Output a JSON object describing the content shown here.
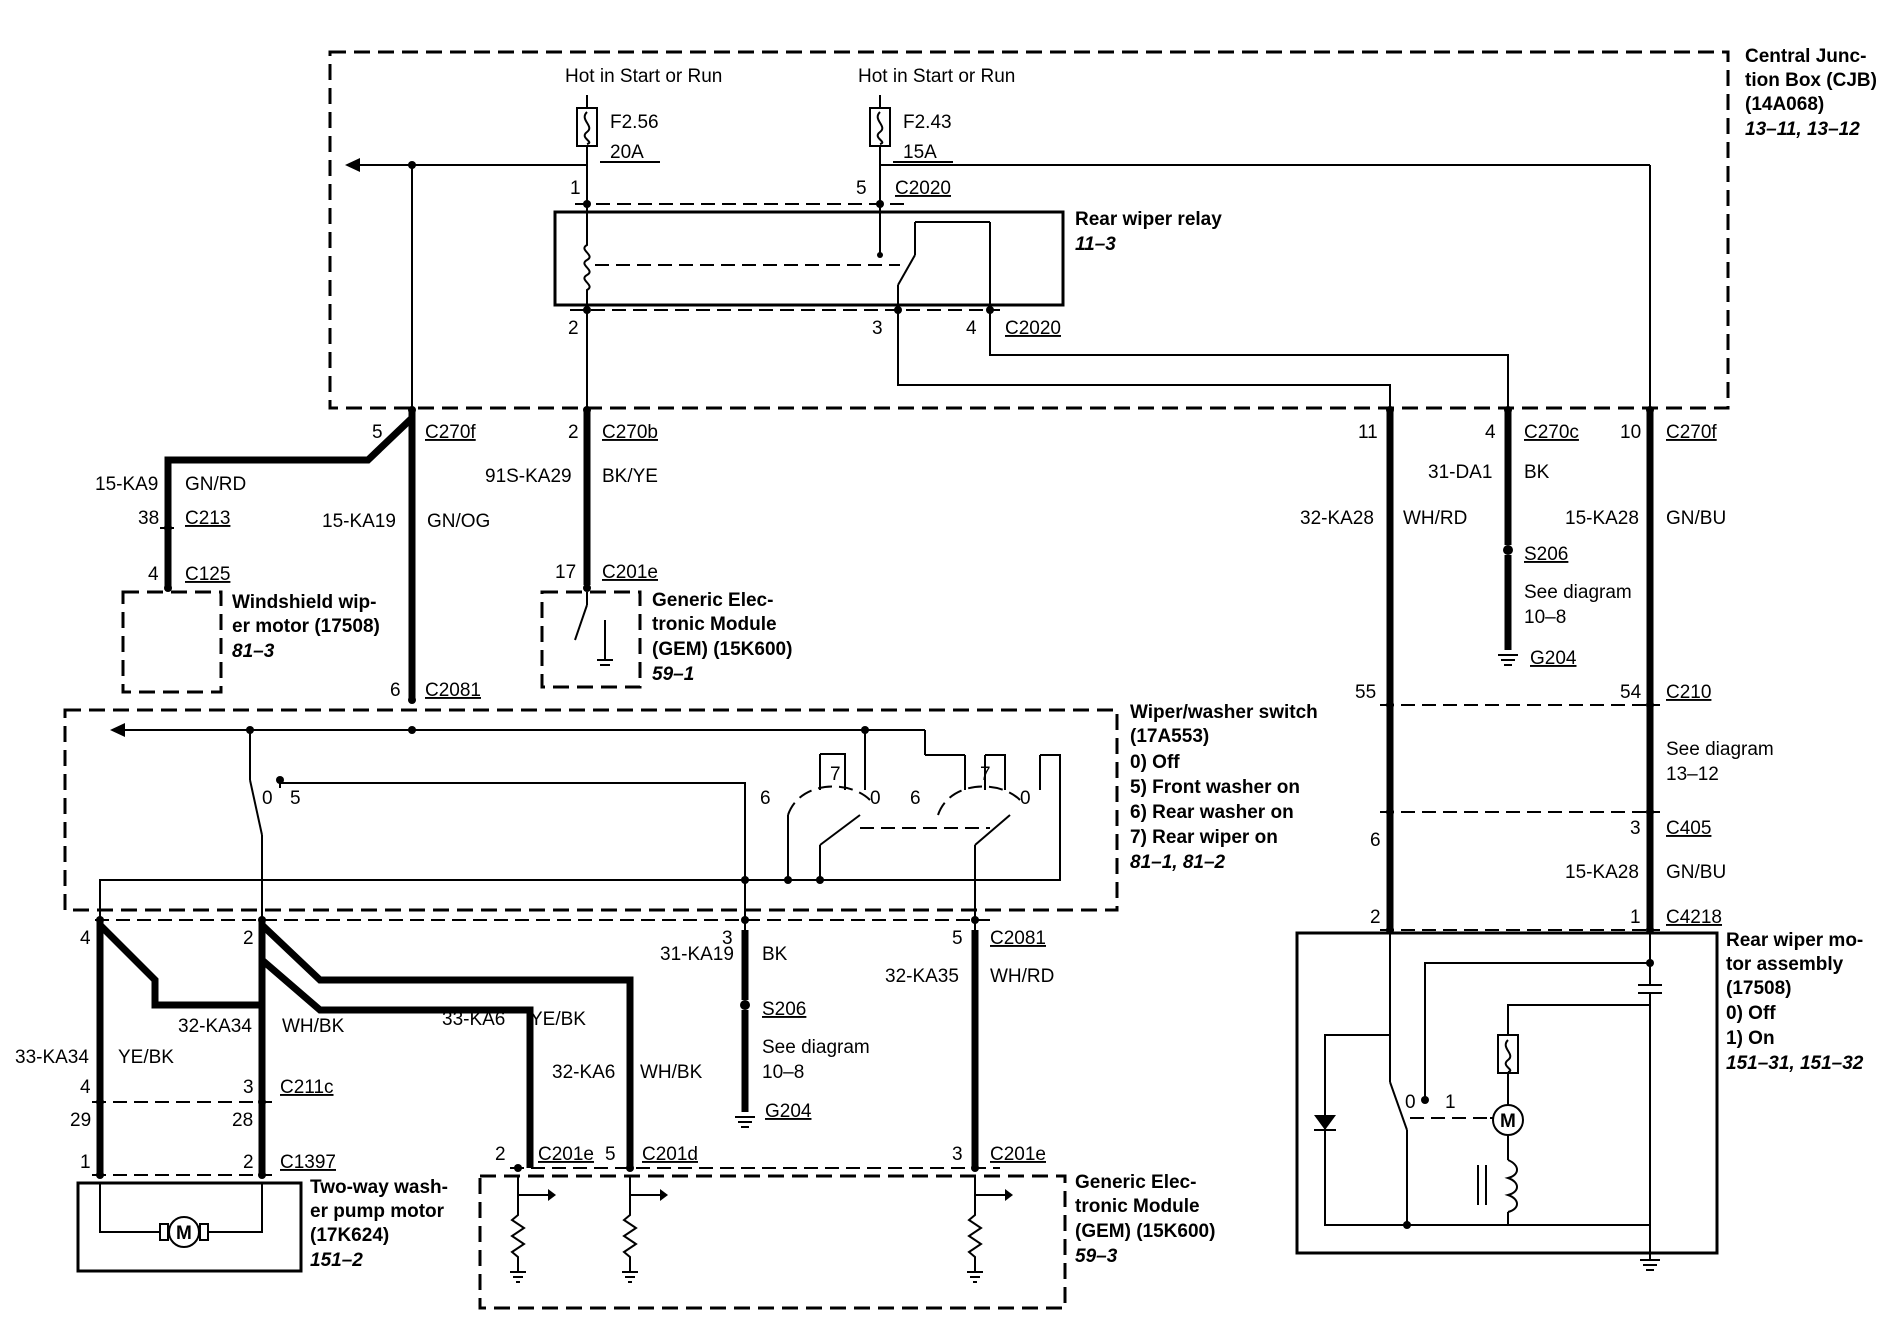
{
  "cjb": {
    "l1": "Central Junc-",
    "l2": "tion Box (CJB)",
    "l3": "(14A068)",
    "l4": "13–11, 13–12"
  },
  "hot_left": "Hot in Start or Run",
  "hot_right": "Hot in Start or Run",
  "fuse1": {
    "name": "F2.56",
    "rating": "20A"
  },
  "fuse2": {
    "name": "F2.43",
    "rating": "15A"
  },
  "relay": {
    "title": "Rear wiper relay",
    "ref": "11–3",
    "conn": "C2020",
    "pin1": "1",
    "pin5": "5",
    "pin2": "2",
    "pin3": "3",
    "pin4": "4"
  },
  "c270f_left": {
    "pin": "5",
    "conn": "C270f"
  },
  "c270b": {
    "pin": "2",
    "conn": "C270b"
  },
  "c270_11": "11",
  "c270c": {
    "pin": "4",
    "conn": "C270c"
  },
  "c270f_right": {
    "pin": "10",
    "conn": "C270f"
  },
  "w_ka9": {
    "circuit": "15-KA9",
    "color": "GN/RD"
  },
  "w_ka19": {
    "circuit": "15-KA19",
    "color": "GN/OG"
  },
  "w_ka29": {
    "circuit": "91S-KA29",
    "color": "BK/YE"
  },
  "w_da1": {
    "circuit": "31-DA1",
    "color": "BK"
  },
  "w_ka28a": {
    "circuit": "32-KA28",
    "color": "WH/RD"
  },
  "w_ka28b": {
    "circuit": "15-KA28",
    "color": "GN/BU"
  },
  "c213": {
    "pin": "38",
    "conn": "C213"
  },
  "c125": {
    "pin": "4",
    "conn": "C125"
  },
  "ws_motor": {
    "l1": "Windshield wip-",
    "l2": "er motor (17508)",
    "ref": "81–3"
  },
  "c201e_top": {
    "pin": "17",
    "conn": "C201e"
  },
  "gem1": {
    "l1": "Generic Elec-",
    "l2": "tronic Module",
    "l3": "(GEM) (15K600)",
    "ref": "59–1"
  },
  "s206_right": {
    "splice": "S206",
    "see": "See diagram",
    "ref": "10–8",
    "ground": "G204"
  },
  "c2081_top": {
    "pin": "6",
    "conn": "C2081"
  },
  "c210": {
    "pin_left": "55",
    "pin_right": "54",
    "conn": "C210"
  },
  "see_13_12": {
    "see": "See diagram",
    "ref": "13–12"
  },
  "c405": {
    "pin_left": "6",
    "pin_right": "3",
    "conn": "C405"
  },
  "w_ka28c": {
    "circuit": "15-KA28",
    "color": "GN/BU"
  },
  "c4218": {
    "pin_left": "2",
    "pin_right": "1",
    "conn": "C4218"
  },
  "switch": {
    "title": "Wiper/washer switch",
    "part": "(17A553)",
    "s0": "0)   Off",
    "s5": "5)   Front washer on",
    "s6": "6)   Rear washer on",
    "s7": "7)   Rear wiper on",
    "ref": "81–1, 81–2"
  },
  "sw_labels": {
    "a0": "0",
    "a5": "5",
    "b6": "6",
    "b7": "7",
    "b0": "0",
    "c6": "6",
    "c7": "7",
    "c0": "0"
  },
  "sw_pins": {
    "p4": "4",
    "p2": "2",
    "p3": "3",
    "p5": "5",
    "conn": "C2081"
  },
  "w_ka19b": {
    "circuit": "31-KA19",
    "color": "BK"
  },
  "w_ka35": {
    "circuit": "32-KA35",
    "color": "WH/RD"
  },
  "w_ka34a": {
    "circuit": "32-KA34",
    "color": "WH/BK"
  },
  "w_ka34b": {
    "circuit": "33-KA34",
    "color": "YE/BK"
  },
  "w_ka6a": {
    "circuit": "33-KA6",
    "color": "YE/BK"
  },
  "w_ka6b": {
    "circuit": "32-KA6",
    "color": "WH/BK"
  },
  "s206_mid": {
    "splice": "S206",
    "see": "See diagram",
    "ref": "10–8",
    "ground": "G204"
  },
  "c211c": {
    "pin_left": "4",
    "pin_right": "3",
    "conn": "C211c"
  },
  "c1397": {
    "pl29": "29",
    "pr28": "28",
    "pl1": "1",
    "pr2": "2",
    "conn": "C1397"
  },
  "pump": {
    "l1": "Two-way wash-",
    "l2": "er pump motor",
    "l3": "(17K624)",
    "ref": "151–2",
    "m": "M"
  },
  "gem2_conns": {
    "p2": "2",
    "c1": "C201e",
    "p5": "5",
    "c2": "C201d",
    "p3": "3",
    "c3": "C201e"
  },
  "gem2": {
    "l1": "Generic Elec-",
    "l2": "tronic Module",
    "l3": "(GEM) (15K600)",
    "ref": "59–3"
  },
  "rear_motor": {
    "l1": "Rear wiper mo-",
    "l2": "tor assembly",
    "l3": "(17508)",
    "s0": "0)   Off",
    "s1": "1)   On",
    "ref": "151–31, 151–32",
    "m": "M",
    "sw0": "0",
    "sw1": "1"
  }
}
